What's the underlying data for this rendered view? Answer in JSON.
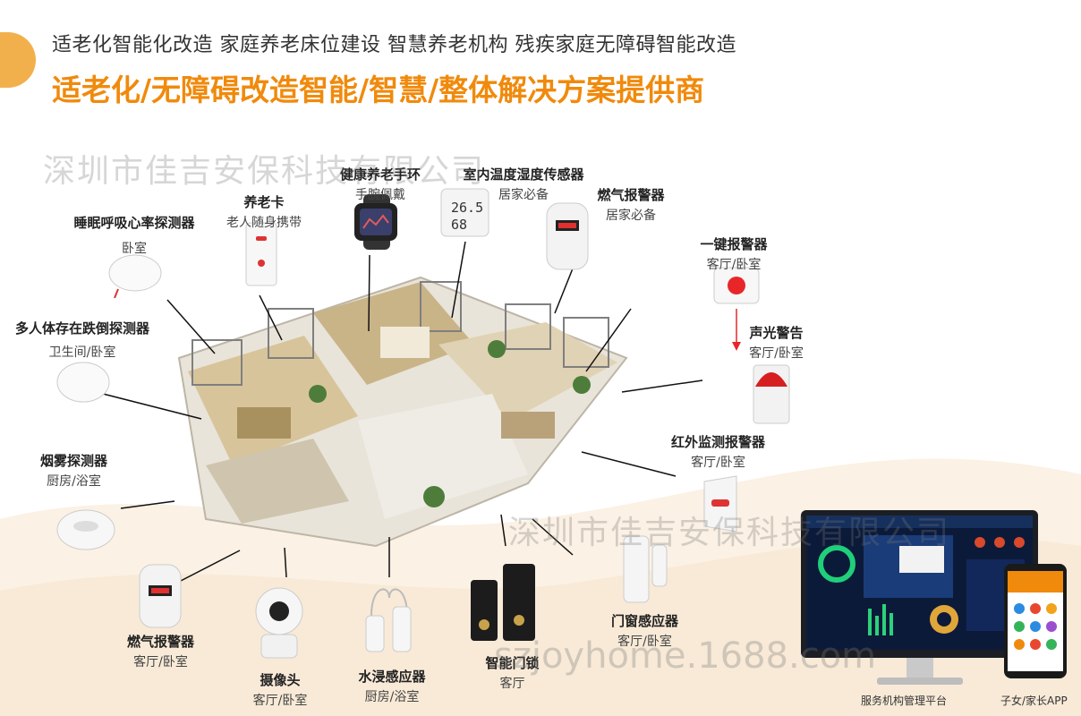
{
  "header": {
    "subtitle": "适老化智能化改造 家庭养老床位建设 智慧养老机构 残疾家庭无障碍智能改造",
    "title": "适老化/无障碍改造智能/智慧/整体解决方案提供商"
  },
  "watermarks": {
    "top": "深圳市佳吉安保科技有限公司",
    "middle": "深圳市佳吉安保科技有限公司",
    "url": "szjoyhome.1688.com"
  },
  "devices": {
    "health_band": {
      "name": "健康养老手环",
      "loc": "手腕佩戴"
    },
    "temp_sensor": {
      "name": "室内温度湿度传感器",
      "loc": "居家必备"
    },
    "gas_top": {
      "name": "燃气报警器",
      "loc": "居家必备"
    },
    "elder_card": {
      "name": "养老卡",
      "loc": "老人随身携带"
    },
    "sleep_detector": {
      "name": "睡眠呼吸心率探测器",
      "loc": "卧室"
    },
    "sos_button": {
      "name": "一键报警器",
      "loc": "客厅/卧室"
    },
    "siren": {
      "name": "声光警告",
      "loc": "客厅/卧室"
    },
    "fall_detector": {
      "name": "多人体存在跌倒探测器",
      "loc": "卫生间/卧室"
    },
    "infrared": {
      "name": "红外监测报警器",
      "loc": "客厅/卧室"
    },
    "smoke": {
      "name": "烟雾探测器",
      "loc": "厨房/浴室"
    },
    "gas_bottom": {
      "name": "燃气报警器",
      "loc": "客厅/卧室"
    },
    "camera": {
      "name": "摄像头",
      "loc": "客厅/卧室"
    },
    "water": {
      "name": "水浸感应器",
      "loc": "厨房/浴室"
    },
    "door_lock": {
      "name": "智能门锁",
      "loc": "客厅"
    },
    "door_sensor": {
      "name": "门窗感应器",
      "loc": "客厅/卧室"
    }
  },
  "screens": {
    "monitor_caption": "服务机构管理平台",
    "phone_caption": "子女/家长APP"
  },
  "colors": {
    "accent": "#f08a0c",
    "tab": "#f2b04c",
    "sos": "#e8262a"
  }
}
